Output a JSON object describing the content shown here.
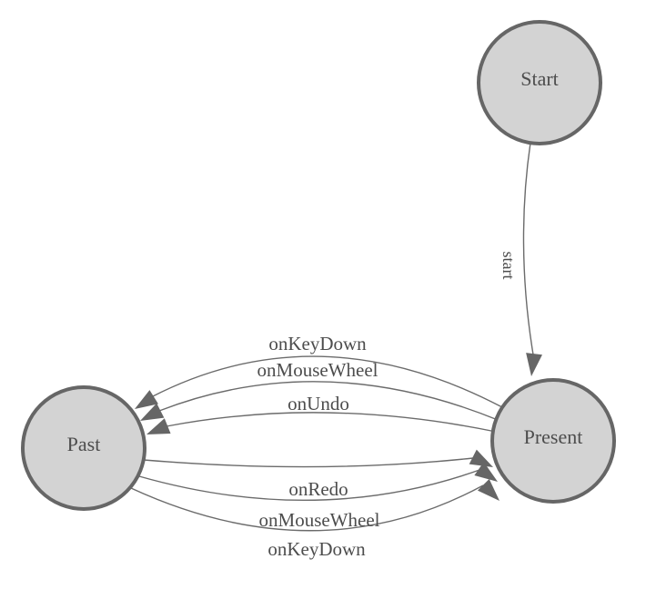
{
  "diagram": {
    "type": "state-machine",
    "colors": {
      "background": "#ffffff",
      "node_fill": "#d3d3d3",
      "node_stroke": "#666666",
      "edge_stroke": "#6b6b6b",
      "arrow_fill": "#666666",
      "label_color": "#4d4d4d"
    },
    "nodes": [
      {
        "id": "start",
        "label": "Start"
      },
      {
        "id": "past",
        "label": "Past"
      },
      {
        "id": "present",
        "label": "Present"
      }
    ],
    "edges": [
      {
        "from": "start",
        "to": "present",
        "label": "start"
      },
      {
        "from": "present",
        "to": "past",
        "label": "onKeyDown"
      },
      {
        "from": "present",
        "to": "past",
        "label": "onMouseWheel"
      },
      {
        "from": "present",
        "to": "past",
        "label": "onUndo"
      },
      {
        "from": "past",
        "to": "present",
        "label": "onRedo"
      },
      {
        "from": "past",
        "to": "present",
        "label": "onMouseWheel"
      },
      {
        "from": "past",
        "to": "present",
        "label": "onKeyDown"
      }
    ]
  }
}
